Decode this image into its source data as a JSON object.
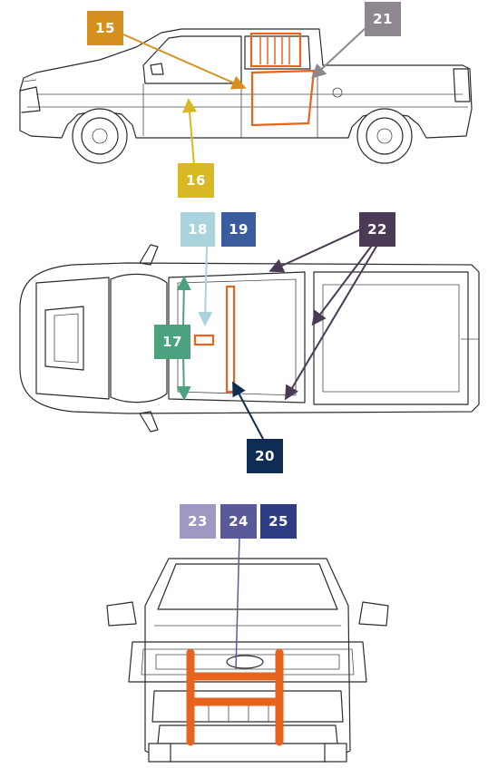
{
  "colors": {
    "highlight": "#e8631d",
    "outline": "#2b2b2b",
    "c15": "#d6901f",
    "c16": "#d9b923",
    "c17": "#4ba27f",
    "c18": "#a9d4dc",
    "c19": "#3a5c9e",
    "c20": "#0f2d52",
    "c21": "#8f8790",
    "c22": "#4a3a55",
    "c23": "#9e98c2",
    "c24": "#5a5a9a",
    "c25": "#2e3c84"
  },
  "side_view": {
    "labels": {
      "b15": "15",
      "b16": "16",
      "b21": "21"
    }
  },
  "top_view": {
    "labels": {
      "b17": "17",
      "b18": "18",
      "b19": "19",
      "b20": "20",
      "b22": "22"
    }
  },
  "front_view": {
    "labels": {
      "b23": "23",
      "b24": "24",
      "b25": "25"
    }
  }
}
